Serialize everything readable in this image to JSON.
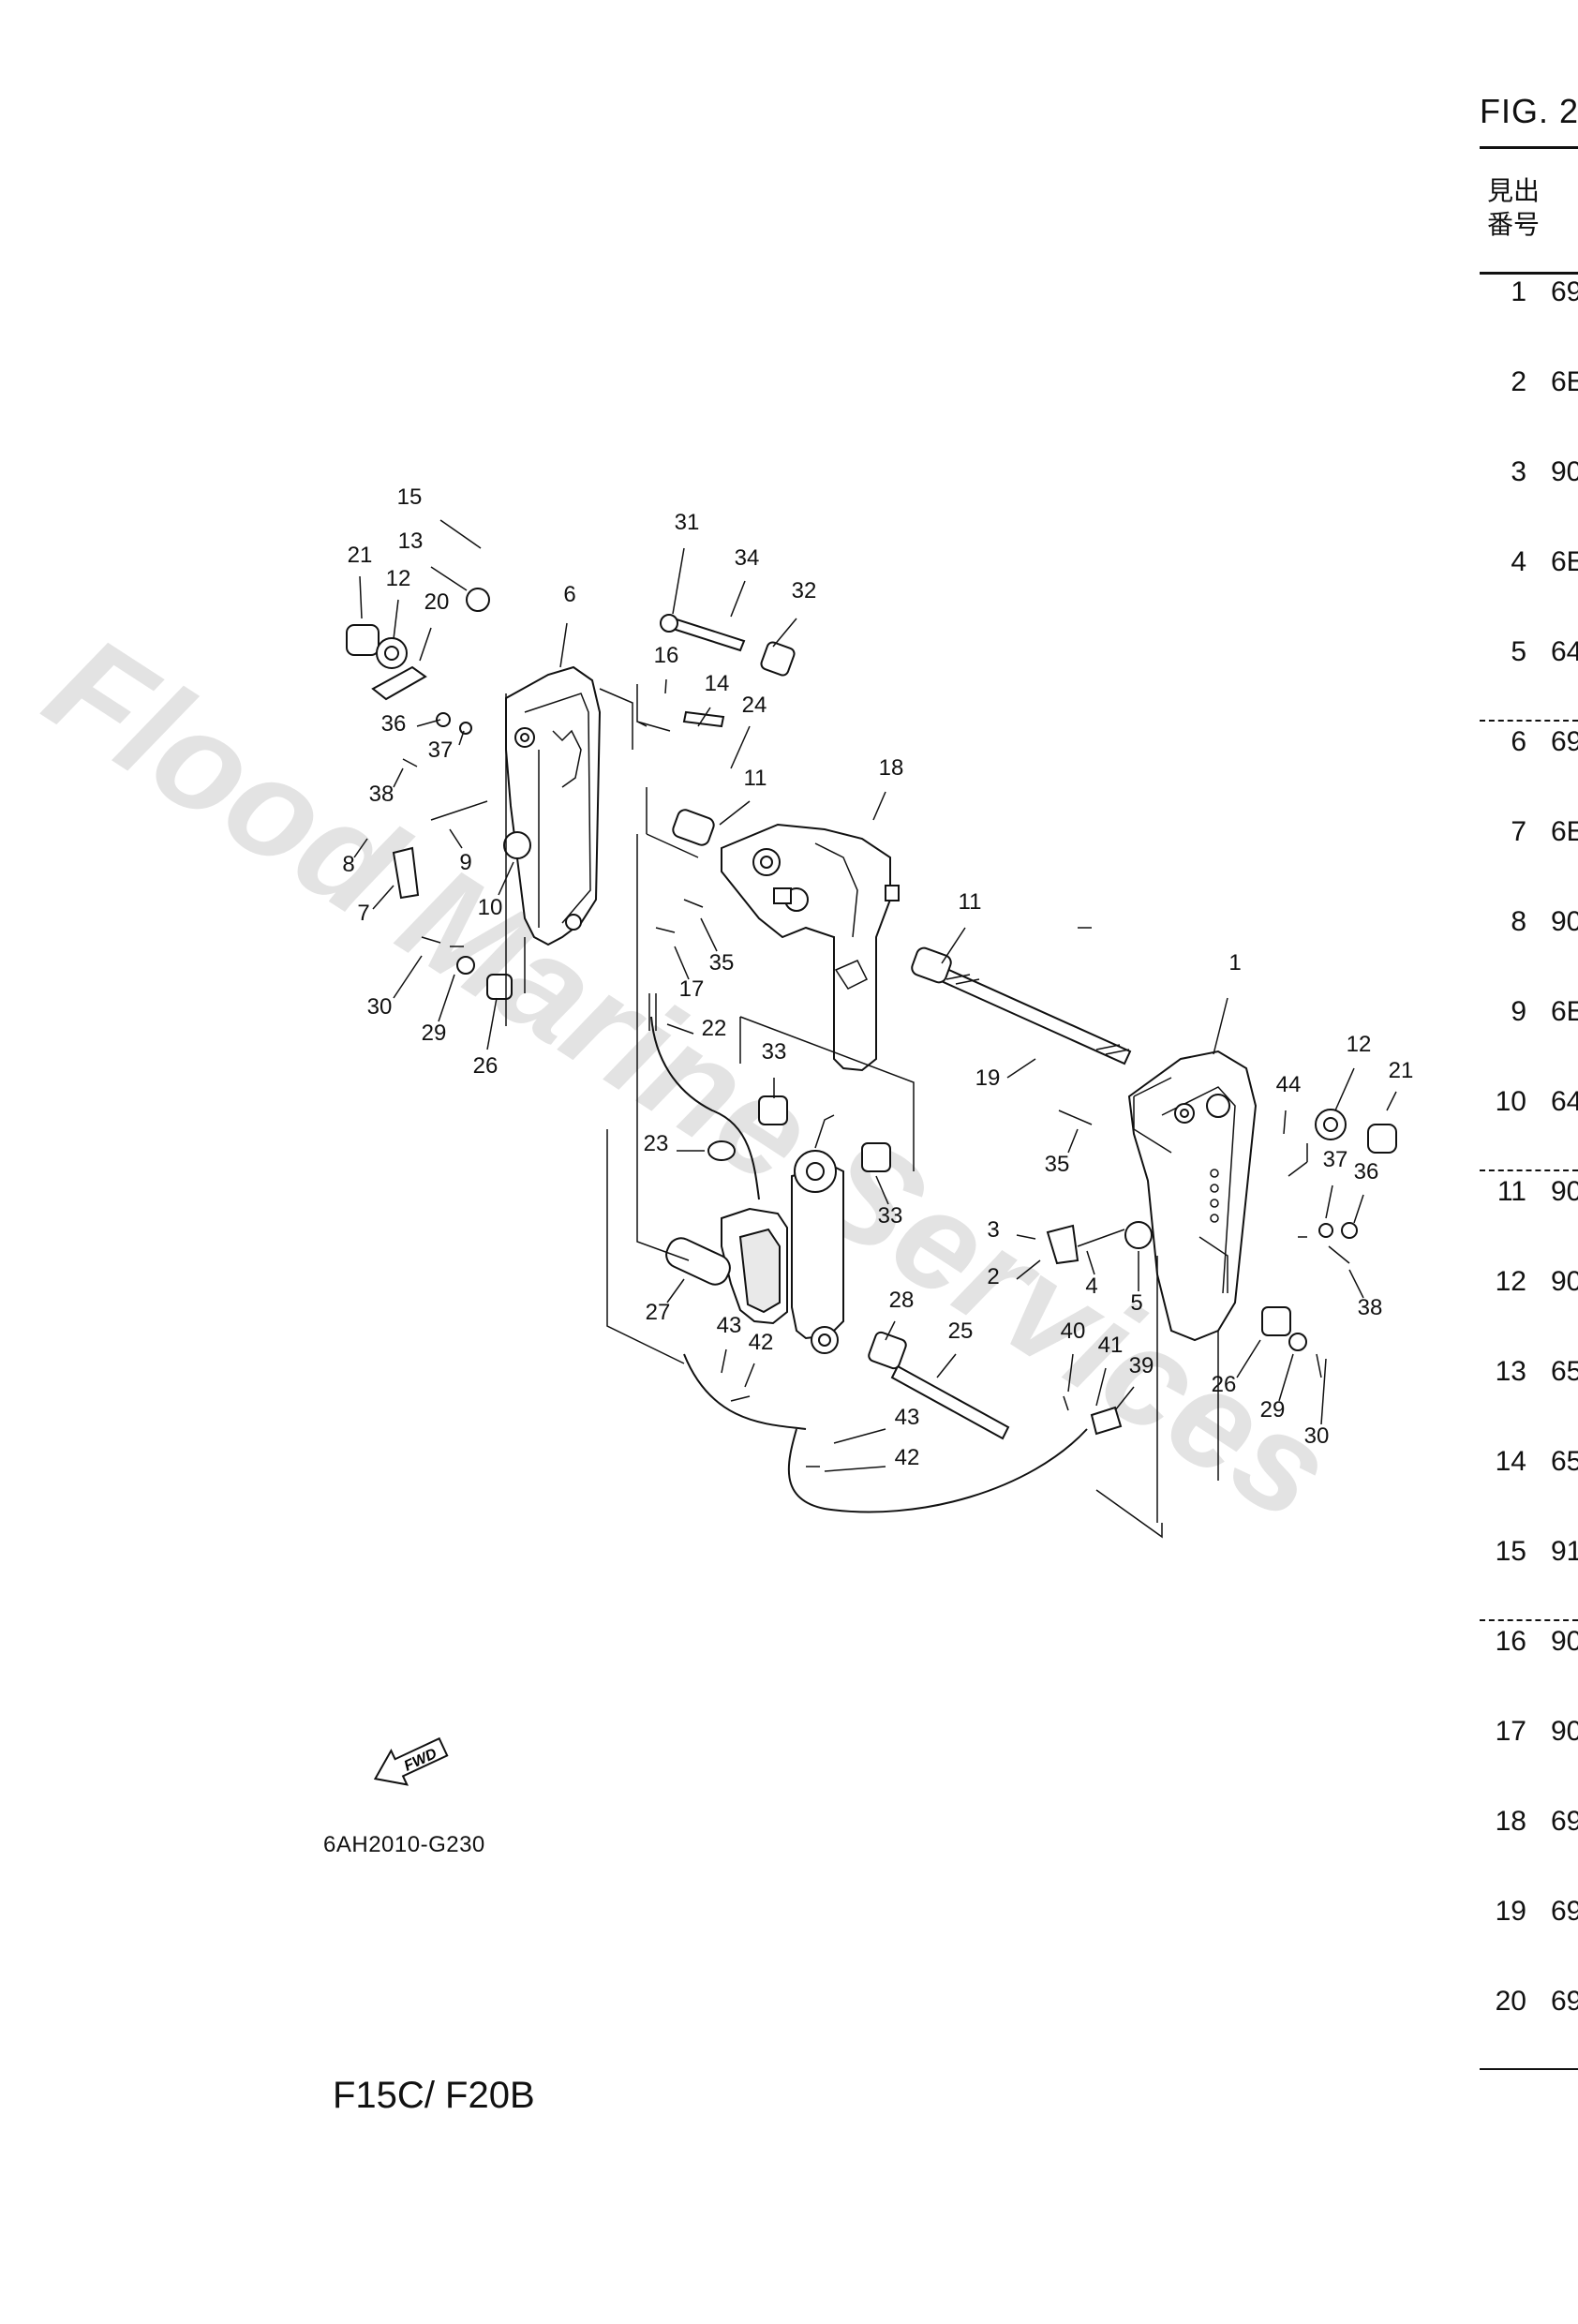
{
  "figure": {
    "title": "FIG. 2",
    "header_line1": "見出",
    "header_line2": "番号",
    "diagram_code": "6AH2010-G230",
    "model": "F15C/ F20B",
    "fwd_label": "FWD"
  },
  "watermark": {
    "text": "Flood Marine Services",
    "color": "#e3e3e3"
  },
  "callouts": [
    "1",
    "2",
    "3",
    "4",
    "5",
    "6",
    "7",
    "8",
    "9",
    "10",
    "11",
    "11",
    "12",
    "12",
    "13",
    "14",
    "15",
    "16",
    "17",
    "18",
    "19",
    "20",
    "21",
    "21",
    "22",
    "23",
    "24",
    "25",
    "26",
    "26",
    "27",
    "28",
    "29",
    "29",
    "30",
    "30",
    "31",
    "32",
    "33",
    "33",
    "34",
    "35",
    "35",
    "36",
    "36",
    "37",
    "37",
    "38",
    "38",
    "39",
    "40",
    "41",
    "42",
    "42",
    "43",
    "43",
    "44"
  ],
  "parts_table": [
    {
      "ref": "1",
      "code": "69"
    },
    {
      "ref": "2",
      "code": "6E"
    },
    {
      "ref": "3",
      "code": "90"
    },
    {
      "ref": "4",
      "code": "6E"
    },
    {
      "ref": "5",
      "code": "64"
    },
    {
      "ref": "6",
      "code": "69"
    },
    {
      "ref": "7",
      "code": "6E"
    },
    {
      "ref": "8",
      "code": "90"
    },
    {
      "ref": "9",
      "code": "6E"
    },
    {
      "ref": "10",
      "code": "64"
    },
    {
      "ref": "11",
      "code": "90"
    },
    {
      "ref": "12",
      "code": "90"
    },
    {
      "ref": "13",
      "code": "65"
    },
    {
      "ref": "14",
      "code": "65"
    },
    {
      "ref": "15",
      "code": "91"
    },
    {
      "ref": "16",
      "code": "90"
    },
    {
      "ref": "17",
      "code": "90"
    },
    {
      "ref": "18",
      "code": "69"
    },
    {
      "ref": "19",
      "code": "69"
    },
    {
      "ref": "20",
      "code": "69"
    }
  ]
}
